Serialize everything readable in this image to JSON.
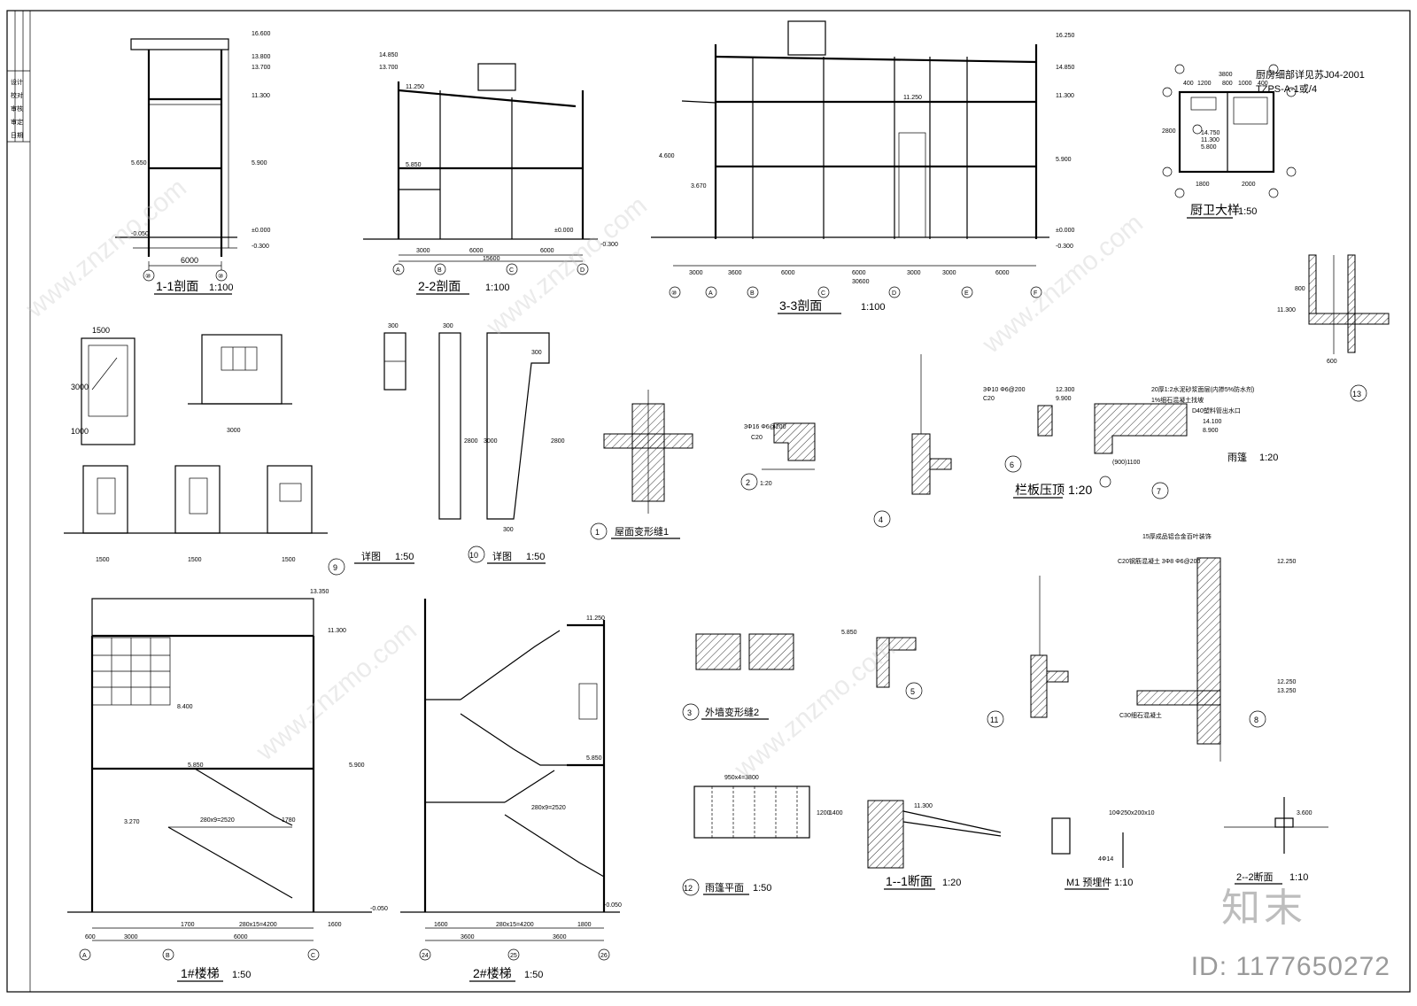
{
  "sections": {
    "s11": {
      "title": "1-1剖面",
      "scale": "1:100",
      "axes": [
        "⑩",
        "⑩"
      ],
      "dims": [
        "6000"
      ],
      "elevs": [
        "16.600",
        "13.800",
        "13.700",
        "11.300",
        "5.900",
        "±0.000",
        "-0.300",
        "5.650",
        "-0.050"
      ]
    },
    "s22": {
      "title": "2-2剖面",
      "scale": "1:100",
      "axes": [
        "A",
        "B",
        "C",
        "D"
      ],
      "dims": [
        "3000",
        "6000",
        "6000",
        "15600"
      ],
      "elevs": [
        "14.850",
        "13.700",
        "11.250",
        "5.850",
        "±0.000",
        "-0.300"
      ]
    },
    "s33": {
      "title": "3-3剖面",
      "scale": "1:100",
      "axes": [
        "⑩",
        "A",
        "B",
        "C",
        "D",
        "E",
        "F"
      ],
      "dims": [
        "3000",
        "3600",
        "6000",
        "6000",
        "3000",
        "3000",
        "6000",
        "30600"
      ],
      "elevs": [
        "16.250",
        "14.850",
        "11.300",
        "11.250",
        "5.900",
        "±0.000",
        "-0.300",
        "4.600",
        "3.670"
      ]
    }
  },
  "kitchen": {
    "title": "厨卫大样",
    "scale": "1:50",
    "ref1": "厨房细部详见苏J04-2001",
    "ref2": "TZPS-A-1或/4",
    "dims": [
      "3800",
      "400",
      "1200",
      "800",
      "1000",
      "400",
      "1800",
      "2000",
      "2800"
    ],
    "elevs": [
      "14.750",
      "11.300",
      "5.800"
    ]
  },
  "details": {
    "d9": {
      "num": "9",
      "label": "详图",
      "scale": "1:50",
      "dims": [
        "1500",
        "3000",
        "1000",
        "3000",
        "1500",
        "1500",
        "1500"
      ]
    },
    "d10": {
      "num": "10",
      "label": "详图",
      "scale": "1:50",
      "dims": [
        "300",
        "300",
        "300",
        "2800",
        "3000",
        "2800",
        "300"
      ]
    },
    "d1": {
      "num": "1",
      "label": "屋面变形缝1"
    },
    "d2": {
      "num": "2",
      "label": "1:20",
      "note1": "3Φ16 Φ6@200",
      "note2": "C20"
    },
    "d3": {
      "num": "3",
      "label": "外墙变形缝2"
    },
    "d4": {
      "num": "4"
    },
    "d5": {
      "num": "5",
      "elev": "5.850"
    },
    "d6": {
      "num": "6",
      "label": "栏板压顶",
      "scale": "1:20",
      "note1": "3Φ10 Φ6@200",
      "note2": "C20",
      "elevs": [
        "12.300",
        "9.900"
      ]
    },
    "d7": {
      "num": "7",
      "note1": "20厚1:2水泥砂浆面层(内掺5%防水剂)",
      "note2": "1%细石混凝土找坡",
      "note3": "D40塑料管出水口",
      "elevs": [
        "14.100",
        "8.900"
      ],
      "dim": "(900)1100"
    },
    "canopy": {
      "label": "雨篷",
      "scale": "1:20"
    },
    "d8": {
      "num": "8",
      "note1": "15厚成品铝合金百叶装饰",
      "note2": "C20钢筋混凝土 3Φ8 Φ6@200",
      "note3": "C30细石混凝土",
      "elevs": [
        "12.250",
        "12.250",
        "13.250"
      ]
    },
    "d11": {
      "num": "11"
    },
    "d12": {
      "num": "12",
      "label": "雨篷平面",
      "scale": "1:50",
      "dims": [
        "950x4=3800",
        "1200",
        "1400"
      ]
    },
    "d13": {
      "num": "13",
      "elev": "11.300",
      "dims": [
        "800",
        "600"
      ]
    },
    "sec11": {
      "label": "1--1断面",
      "scale": "1:20",
      "elev": "11.300"
    },
    "m1": {
      "label": "M1 预埋件",
      "scale": "1:10",
      "note1": "10Φ250x200x10",
      "note2": "4Φ14"
    },
    "sec22": {
      "label": "2--2断面",
      "scale": "1:10",
      "elev": "3.600"
    }
  },
  "stairs": {
    "st1": {
      "title": "1#楼梯",
      "scale": "1:50",
      "axes": [
        "A",
        "B",
        "C"
      ],
      "elevs": [
        "13.350",
        "11.300",
        "8.400",
        "5.900",
        "5.850",
        "3.270",
        "-0.050"
      ],
      "dims": [
        "600",
        "3000",
        "6000",
        "1700",
        "280x15=4200",
        "1600",
        "280x9=2520",
        "1780"
      ]
    },
    "st2": {
      "title": "2#楼梯",
      "scale": "1:50",
      "axes": [
        "24",
        "25",
        "26"
      ],
      "elevs": [
        "11.250",
        "5.850",
        "-0.050"
      ],
      "dims": [
        "1600",
        "3600",
        "3600",
        "1800",
        "280x15=4200",
        "280x9=2520"
      ]
    }
  },
  "titleblock": {
    "rows": [
      "设计",
      "校对",
      "审核",
      "审定",
      "日期"
    ]
  },
  "watermark": {
    "brand": "知末",
    "id": "ID: 1177650272",
    "text": "www.znzmo.com"
  }
}
